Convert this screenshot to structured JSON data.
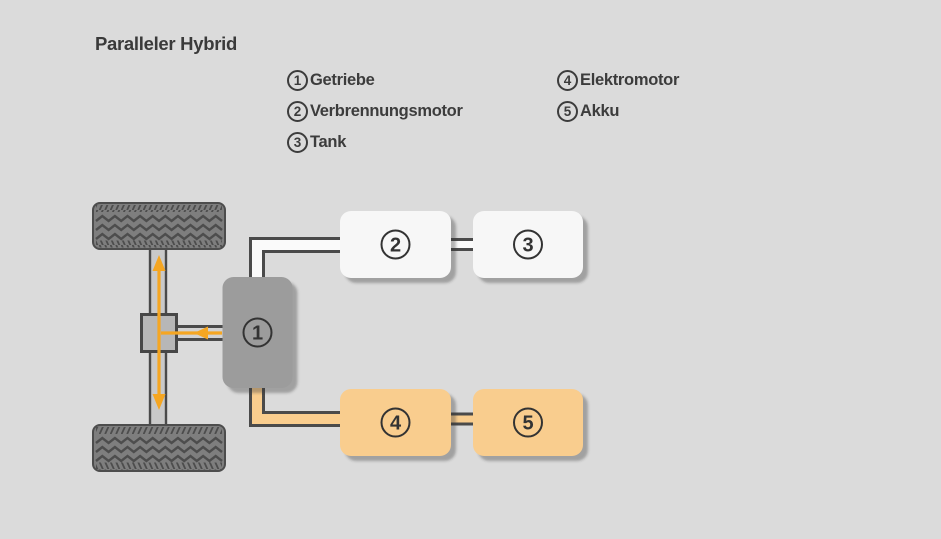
{
  "title": "Paralleler Hybrid",
  "legend": {
    "columns": [
      {
        "items": [
          {
            "number": "1",
            "label": "Getriebe"
          },
          {
            "number": "2",
            "label": "Verbrennungsmotor"
          },
          {
            "number": "3",
            "label": "Tank"
          }
        ]
      },
      {
        "items": [
          {
            "number": "4",
            "label": "Elektromotor"
          },
          {
            "number": "5",
            "label": "Akku"
          }
        ]
      }
    ]
  },
  "diagram": {
    "type": "drivetrain-schematic",
    "boxes": [
      {
        "number": "1",
        "legend_label": "Getriebe"
      },
      {
        "number": "2",
        "legend_label": "Verbrennungsmotor"
      },
      {
        "number": "3",
        "legend_label": "Tank"
      },
      {
        "number": "4",
        "legend_label": "Elektromotor"
      },
      {
        "number": "5",
        "legend_label": "Akku"
      }
    ]
  },
  "colors": {
    "background": "#dbdbdb",
    "text": "#3c3c3c",
    "outline": "#4a4a4a",
    "tire_fill": "#7e7e7e",
    "tire_tread": "#4d4d4d",
    "gearbox_fill": "#9c9c9c",
    "combustion_fill": "#f7f7f7",
    "electric_fill": "#f9cd8e",
    "arrow_orange": "#f5a622"
  }
}
